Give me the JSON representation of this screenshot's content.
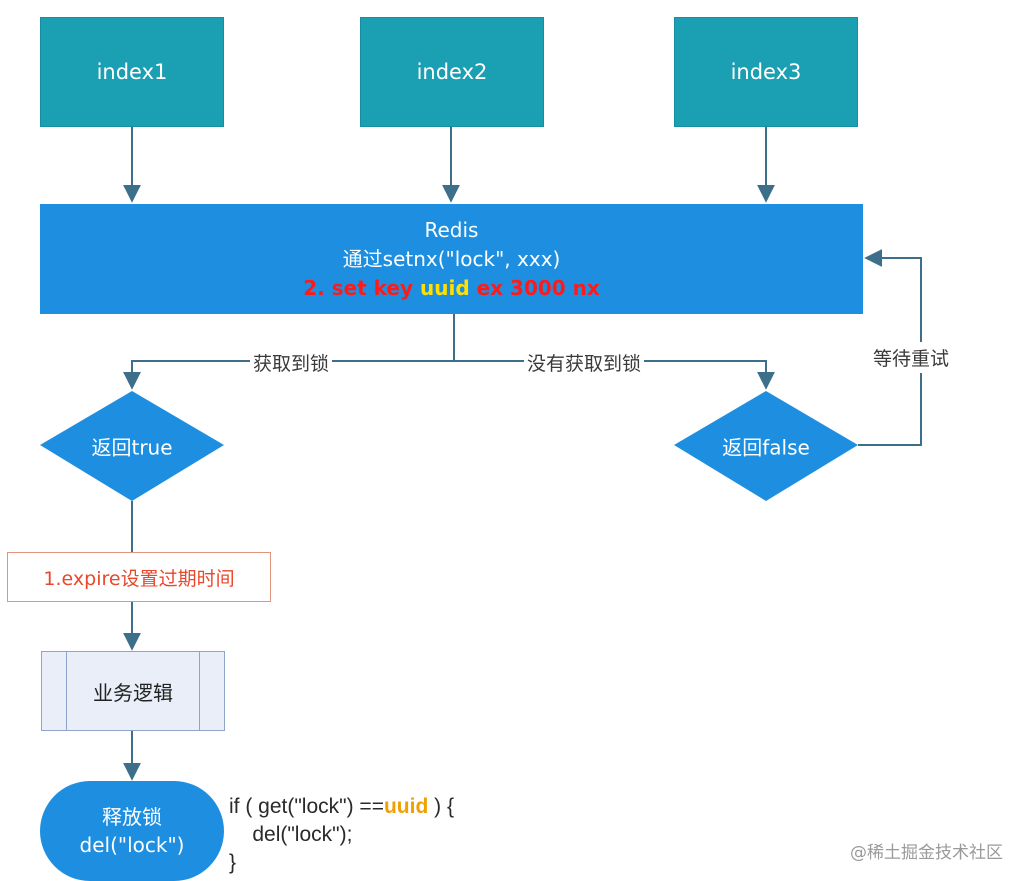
{
  "indexes": [
    "index1",
    "index2",
    "index3"
  ],
  "redis": {
    "title": "Redis",
    "command_line": "通过setnx(\"lock\", xxx)",
    "step2_prefix": "2. set key ",
    "step2_highlight": "uuid",
    "step2_suffix": " ex 3000 nx"
  },
  "branches": {
    "acquired": "获取到锁",
    "not_acquired": "没有获取到锁",
    "wait_retry": "等待重试"
  },
  "decisions": {
    "return_true": "返回true",
    "return_false": "返回false"
  },
  "expire_box": "1.expire设置过期时间",
  "business_logic": "业务逻辑",
  "release": {
    "line1": "释放锁",
    "line2": "del(\"lock\")"
  },
  "code": {
    "line1_prefix": "if ( get(\"lock\") ==",
    "line1_highlight": "uuid",
    "line1_suffix": " ) {",
    "line2": "    del(\"lock\");",
    "line3": "}"
  },
  "watermark": "@稀土掘金技术社区",
  "colors": {
    "teal_box": "#1aa0b2",
    "blue_node": "#1e8fe0",
    "connector": "#3d6f8a",
    "highlight_red": "#ff1a1a",
    "highlight_yellow": "#ffe000",
    "expire_border": "#e0957c",
    "code_highlight": "#f0a000"
  }
}
